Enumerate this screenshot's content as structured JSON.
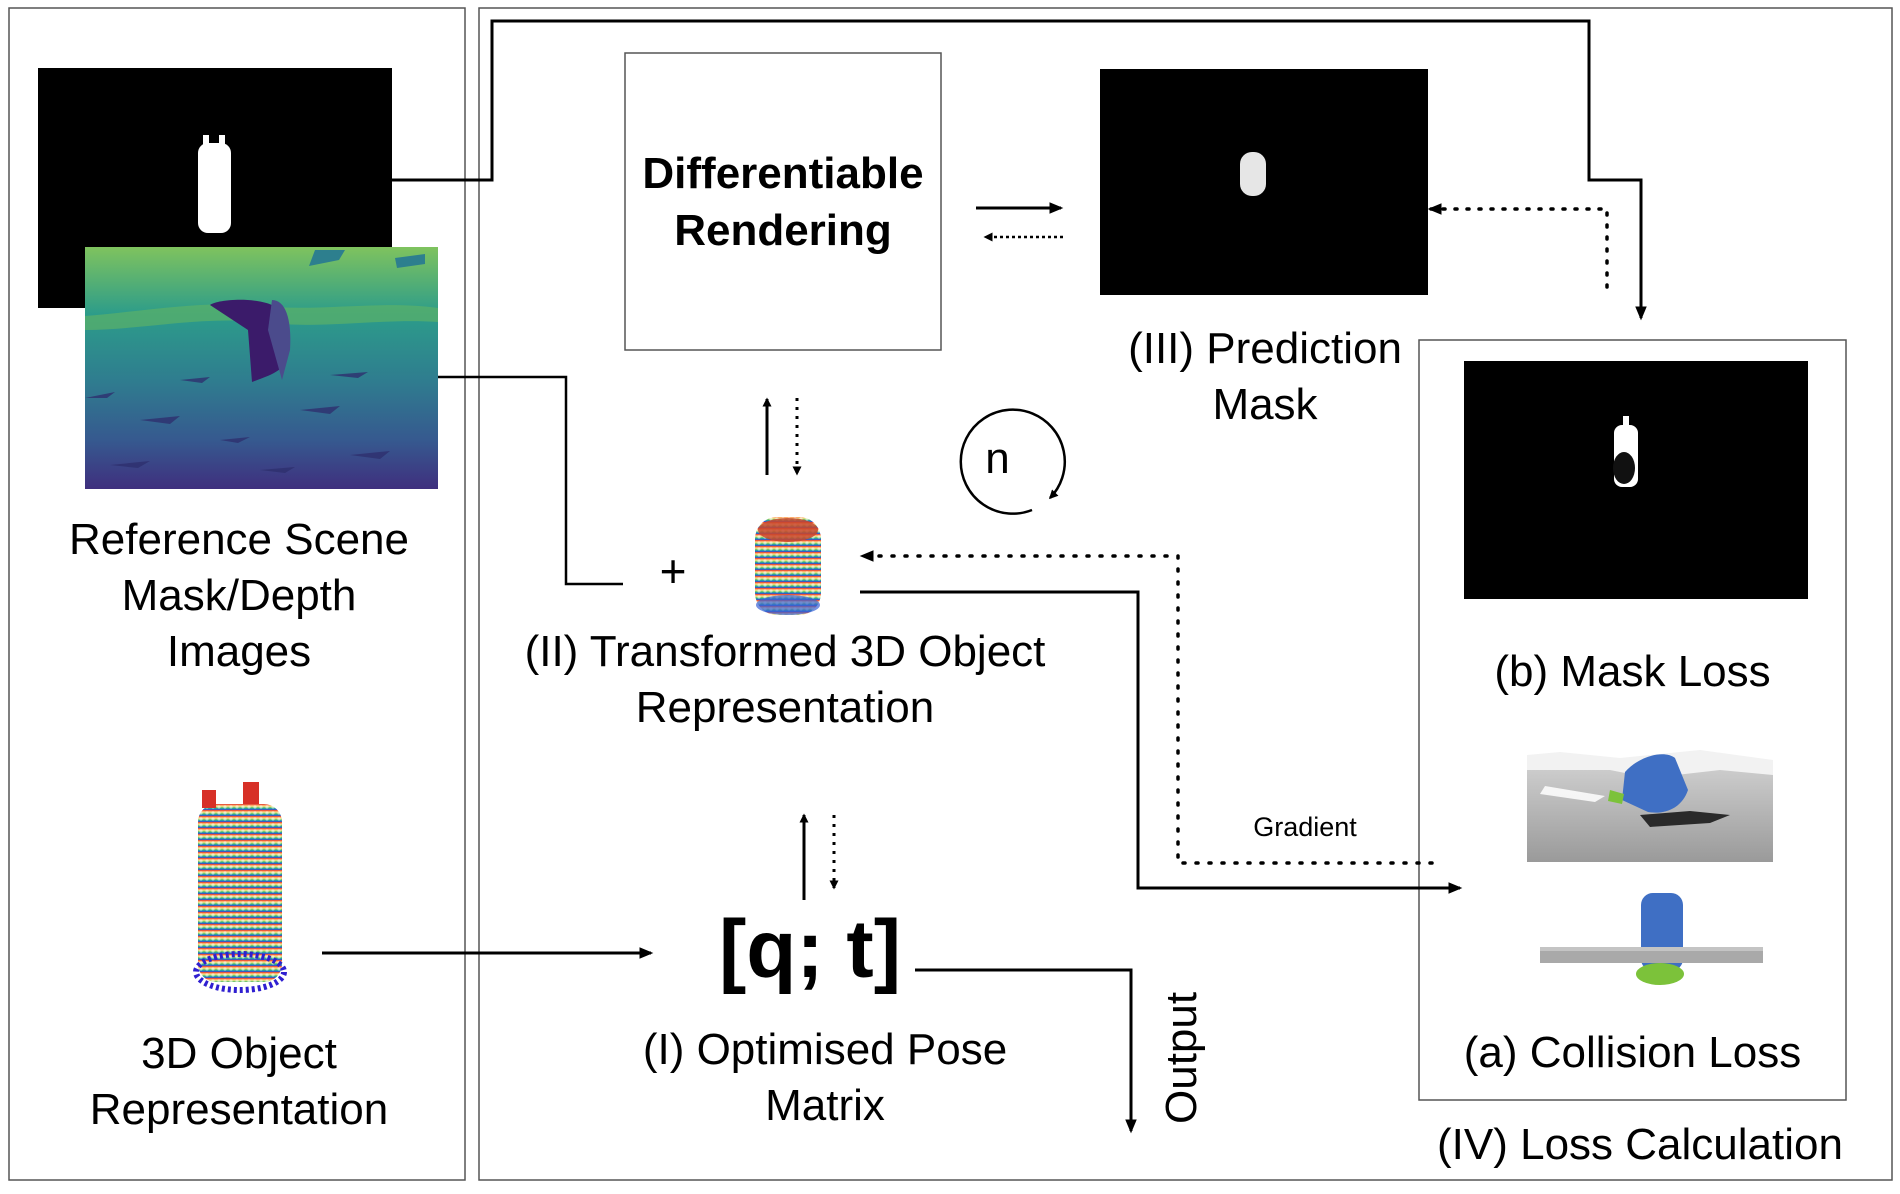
{
  "left_panel": {
    "reference_label": [
      "Reference Scene",
      "Mask/Depth",
      "Images"
    ],
    "object_label": [
      "3D Object",
      "Representation"
    ]
  },
  "render_box": {
    "title": [
      "Differentiable",
      "Rendering"
    ]
  },
  "prediction": {
    "label": [
      "(III) Prediction",
      "Mask"
    ]
  },
  "transformed": {
    "label": [
      "(II) Transformed 3D Object",
      "Representation"
    ],
    "plus": "+",
    "loop_label": "n"
  },
  "pose": {
    "symbol": "[q; t]",
    "label": [
      "(I) Optimised Pose",
      "Matrix"
    ],
    "output_label": "Output"
  },
  "loss_panel": {
    "mask_loss_label": "(b) Mask Loss",
    "collision_loss_label": "(a) Collision Loss",
    "title": "(IV) Loss Calculation",
    "gradient_label": "Gradient"
  },
  "colors": {
    "stroke": "#000000",
    "frame_stroke": "#555555",
    "mask_bg": "#000000",
    "depth_colormap": [
      "#440154",
      "#3b528b",
      "#21918c",
      "#5ec962",
      "#fde725"
    ],
    "pointcloud_gradient": [
      "#d73027",
      "#fc8d59",
      "#fee08b",
      "#91cf60",
      "#1a9850",
      "#4575b4",
      "#3b2fd0"
    ],
    "collision_object": "#3f6fc4",
    "collision_contact": "#7cc23a",
    "collision_surface": "#b5b5b5"
  }
}
